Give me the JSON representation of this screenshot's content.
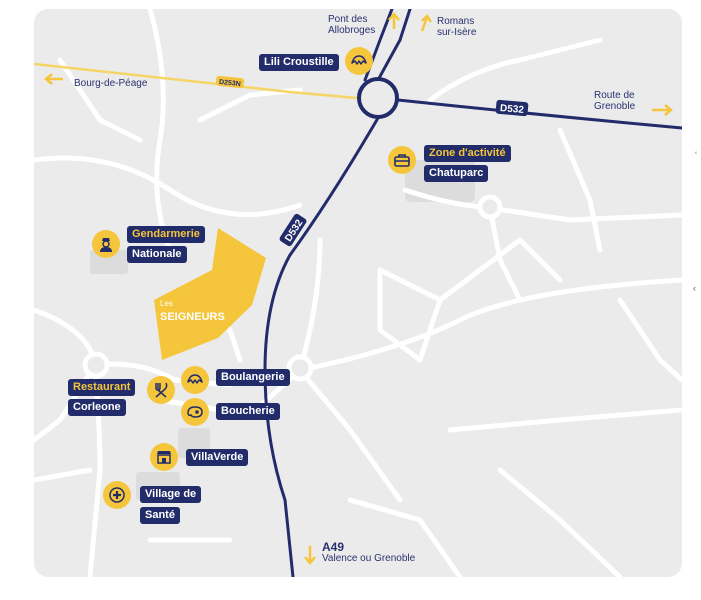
{
  "map": {
    "colors": {
      "background": "#ebebeb",
      "minor_road": "#ffffff",
      "main_road": "#222c6b",
      "secondary_road": "#f5d565",
      "accent": "#f5c53b",
      "pill_background": "#222c6b"
    },
    "directions": {
      "pont_des_allobroges": {
        "line1": "Pont des",
        "line2": "Allobroges",
        "arrow": "arrow-up-icon"
      },
      "romans": {
        "line1": "Romans",
        "line2": "sur-Isère",
        "arrow": "arrow-up-right-icon"
      },
      "bourg": {
        "text": "Bourg-de-Péage",
        "arrow": "arrow-left-icon"
      },
      "grenoble": {
        "line1": "Route de",
        "line2": "Grenoble",
        "arrow": "arrow-right-icon"
      },
      "a49": {
        "label": "A49",
        "text": "Valence ou Grenoble",
        "arrow": "arrow-down-icon"
      }
    },
    "roads": {
      "d532_east": "D532",
      "d532_south": "D532",
      "d2532n": "D253N"
    },
    "area": {
      "line1": "Les",
      "line2": "SEIGNEURS"
    },
    "poi": {
      "lili_croustille": {
        "label": "Lili Croustille",
        "icon": "croissant-icon"
      },
      "zone_activite": {
        "line1": "Zone d'activité",
        "line2": "Chatuparc",
        "icon": "briefcase-icon"
      },
      "gendarmerie": {
        "line1": "Gendarmerie",
        "line2": "Nationale",
        "icon": "police-officer-icon"
      },
      "restaurant": {
        "line1": "Restaurant",
        "line2": "Corleone",
        "icon": "fork-knife-icon"
      },
      "boulangerie": {
        "label": "Boulangerie",
        "icon": "croissant-icon"
      },
      "boucherie": {
        "label": "Boucherie",
        "icon": "steak-icon"
      },
      "villaverde": {
        "label": "VillaVerde",
        "icon": "shop-icon"
      },
      "sante": {
        "line1": "Village de",
        "line2": "Santé",
        "icon": "medical-cross-icon"
      }
    }
  }
}
